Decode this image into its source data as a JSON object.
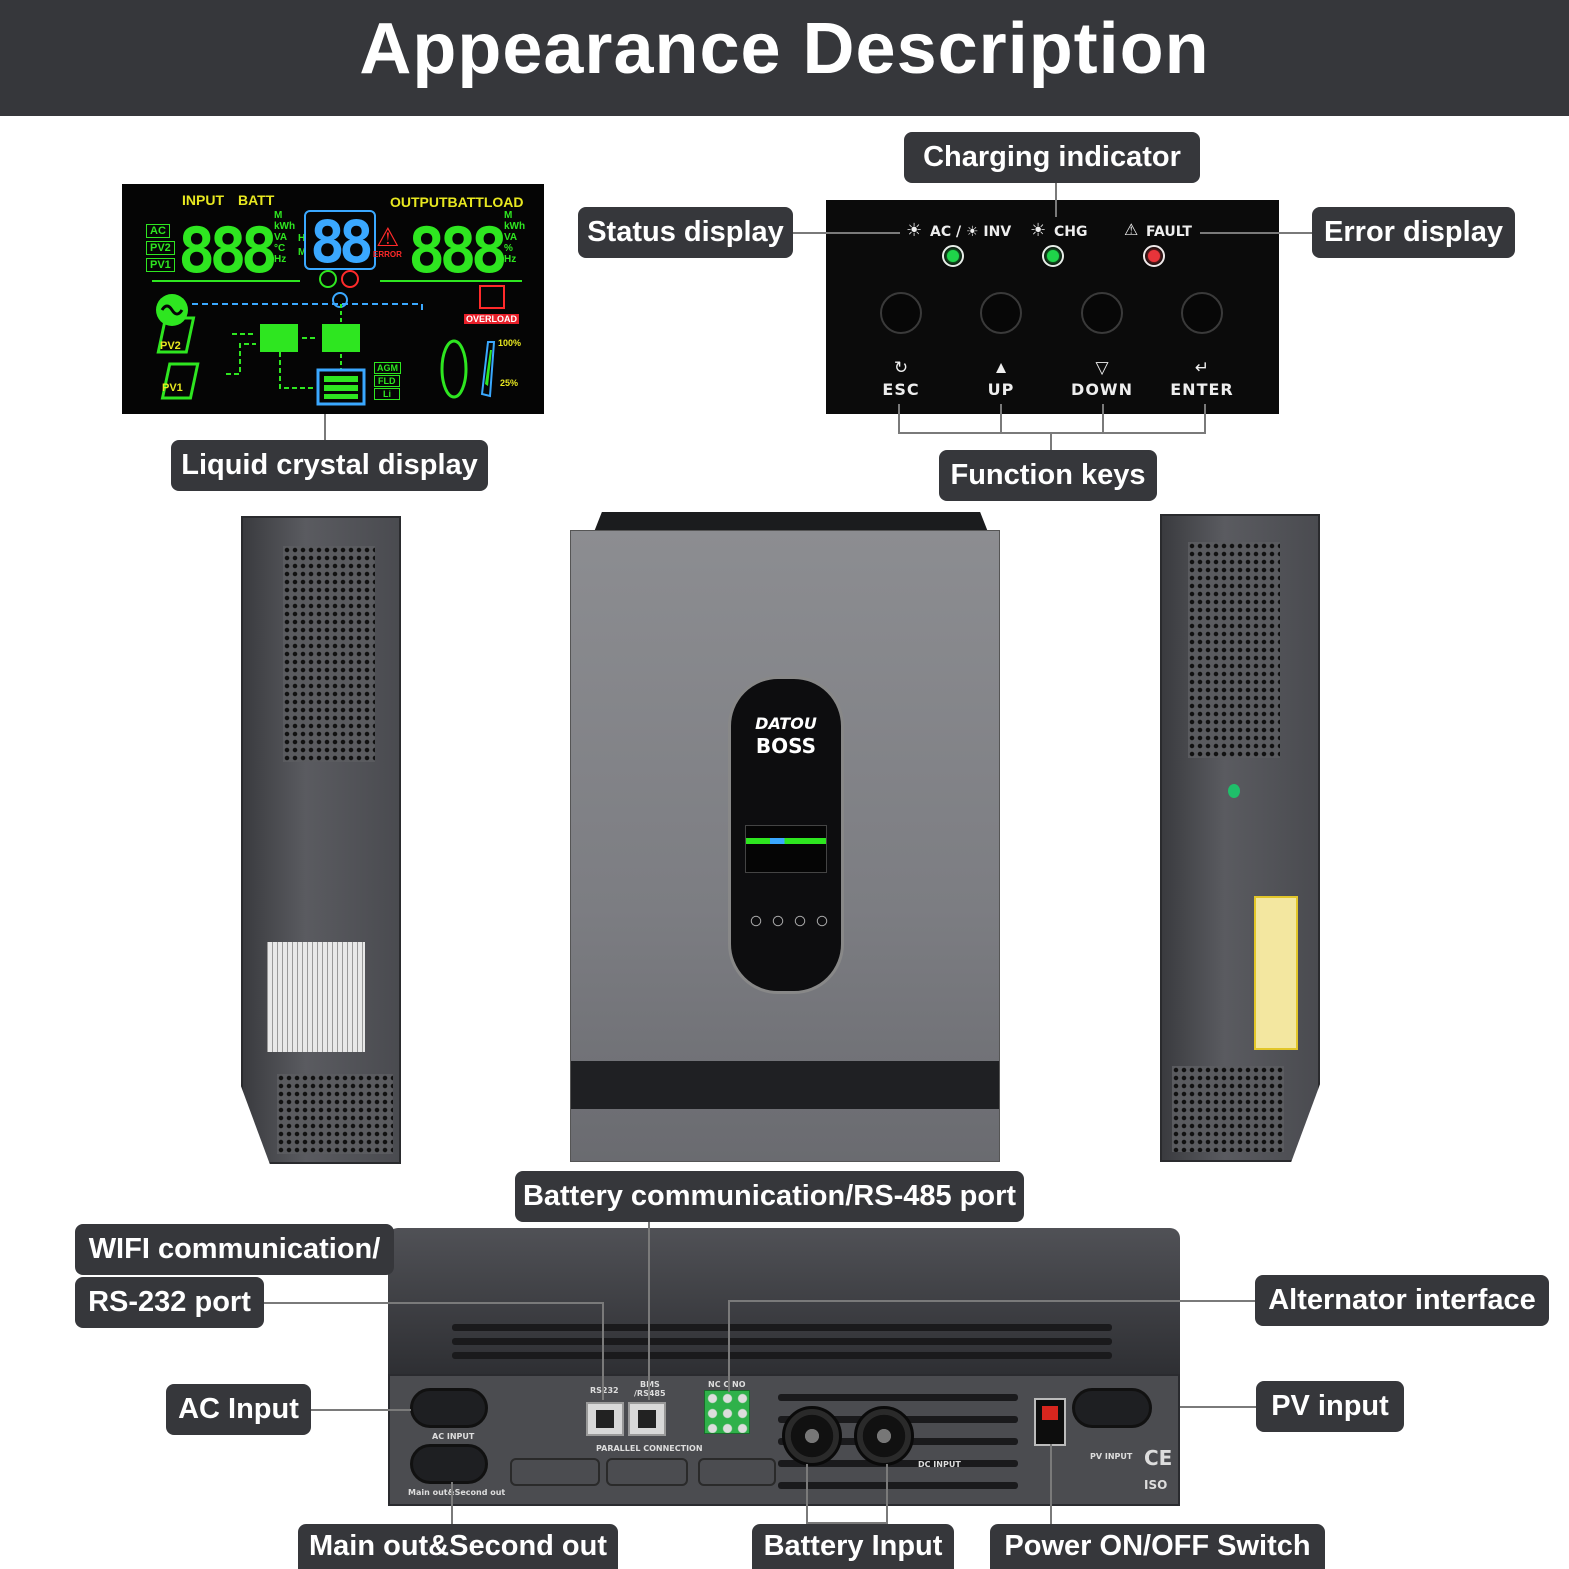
{
  "title": "Appearance Description",
  "callouts": {
    "charging_indicator": "Charging indicator",
    "status_display": "Status display",
    "error_display": "Error display",
    "liquid_crystal_display": "Liquid crystal display",
    "function_keys": "Function keys",
    "battery_comm_port": "Battery communication/RS-485 port",
    "wifi_comm": "WIFI communication/",
    "rs232_port": "RS-232 port",
    "alternator_interface": "Alternator interface",
    "ac_input": "AC Input",
    "pv_input": "PV input",
    "main_second_out": "Main out&Second out",
    "battery_input": "Battery Input",
    "power_switch": "Power ON/OFF Switch"
  },
  "lcd": {
    "input": "INPUT",
    "batt": "BATT",
    "output_batt_load": "OUTPUTBATTLOAD",
    "ac": "AC",
    "pv2": "PV2",
    "pv1": "PV1",
    "digits_left": "888",
    "digits_mid": "88",
    "digits_right": "888",
    "units_left": [
      "M",
      "kWh",
      "VA",
      "°C",
      "Hz"
    ],
    "units_mid": [
      "H",
      "M"
    ],
    "units_right": [
      "M",
      "kWh",
      "VA",
      "%",
      "Hz"
    ],
    "error": "ERROR",
    "overload": "OVERLOAD",
    "pv2_label": "PV2",
    "pv1_label": "PV1",
    "agm": "AGM",
    "fld": "FLD",
    "li": "Li",
    "pct_100": "100%",
    "pct_25": "25%"
  },
  "panel": {
    "indicators": [
      {
        "label": "AC / ☀ INV",
        "color": "#1fd34a"
      },
      {
        "label": "CHG",
        "color": "#1fd34a"
      },
      {
        "label": "FAULT",
        "color": "#e8343a"
      }
    ],
    "keys": [
      {
        "label": "ESC",
        "symbol": "↻"
      },
      {
        "label": "UP",
        "symbol": "▲"
      },
      {
        "label": "DOWN",
        "symbol": "▽"
      },
      {
        "label": "ENTER",
        "symbol": "↵"
      }
    ]
  },
  "device": {
    "brand_line1": "DATOU",
    "brand_line2": "BOSS"
  },
  "rear": {
    "rs232": "RS232",
    "bms": "BMS",
    "rs485": "/RS485",
    "nc_c_no": "NC C NO",
    "parallel": "PARALLEL CONNECTION",
    "ac_input": "AC INPUT",
    "main_out": "Main out&Second out",
    "dc_input": "DC INPUT",
    "pv_input": "PV INPUT",
    "ce": "CE",
    "iso": "ISO"
  },
  "colors": {
    "dark": "#36373b",
    "lcd_green": "#2ee620",
    "lcd_blue": "#3aa8ff",
    "lcd_red": "#ff2a2a",
    "lcd_yellow": "#e8e820"
  }
}
